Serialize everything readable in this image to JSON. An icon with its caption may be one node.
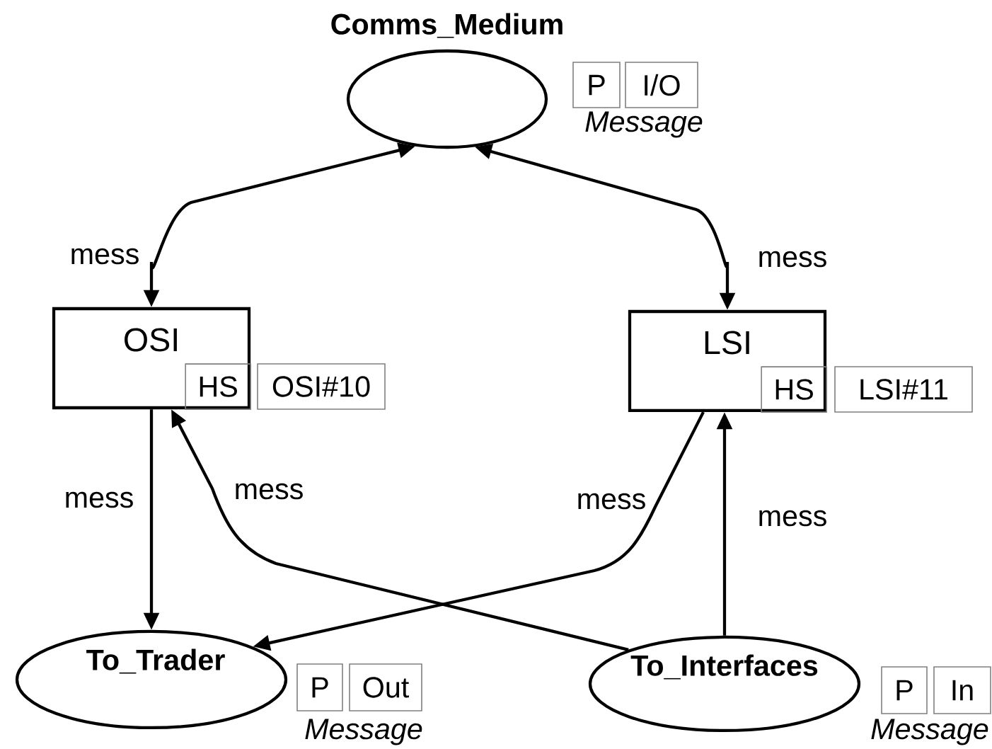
{
  "diagram": {
    "nodes": [
      {
        "text": [
          "Comms_Medium"
        ],
        "beside": [
          "P",
          "I/O",
          "Message"
        ]
      },
      {
        "text": [
          "OSI"
        ],
        "beside": [
          "OSI#10"
        ]
      },
      {
        "text": [
          "HS"
        ],
        "in": 1
      },
      {
        "text": [
          "LSI"
        ],
        "beside": [
          "LSI#11"
        ]
      },
      {
        "text": [
          "HS"
        ],
        "in": 3
      },
      {
        "text": [
          "To_Trader"
        ],
        "beside": [
          "P",
          "Out",
          "Message"
        ]
      },
      {
        "text": [
          "To_Interfaces"
        ],
        "beside": [
          "P",
          "In",
          "Message"
        ]
      }
    ],
    "edges": [
      {
        "from": 0,
        "to": 1,
        "arrow": "both",
        "label": "mess"
      },
      {
        "from": 0,
        "to": 3,
        "arrow": "both",
        "label": "mess"
      },
      {
        "from": 1,
        "to": 5,
        "arrow": "to",
        "label": "mess"
      },
      {
        "from": 6,
        "to": 1,
        "arrow": "to",
        "label": "mess"
      },
      {
        "from": 3,
        "to": 5,
        "arrow": "to",
        "label": "mess"
      },
      {
        "from": 6,
        "to": 3,
        "arrow": "to",
        "label": "mess"
      }
    ]
  }
}
